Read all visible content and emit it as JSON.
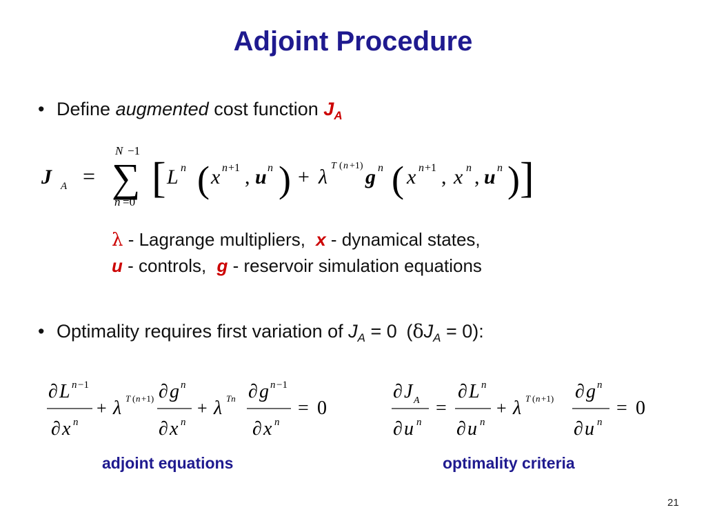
{
  "slide": {
    "title": "Adjoint Procedure",
    "page_number": "21"
  },
  "bullet1": {
    "text_define": "Define",
    "text_augmented": "augmented",
    "text_cost_function": "cost function",
    "symbol_J": "J",
    "symbol_A": "A"
  },
  "legend": {
    "line1": {
      "lambda_symbol": "λ",
      "lambda_desc": "- Lagrange multipliers,",
      "x_symbol": "x",
      "x_desc": "- dynamical states,"
    },
    "line2": {
      "u_symbol": "u",
      "u_desc": "- controls,",
      "g_symbol": "g",
      "g_desc": "- reservoir simulation equations"
    }
  },
  "bullet2": {
    "text_pre": "Optimality requires first variation of",
    "symbol_J": "J",
    "symbol_A": "A",
    "text_eq0": "= 0",
    "open_paren": "(",
    "delta": "δ",
    "close": "= 0):"
  },
  "captions": {
    "left": "adjoint equations",
    "right": "optimality criteria"
  },
  "colors": {
    "title": "#1f1a8f",
    "caption": "#1f1a8f",
    "highlight": "#cc0000",
    "text": "#111111"
  }
}
